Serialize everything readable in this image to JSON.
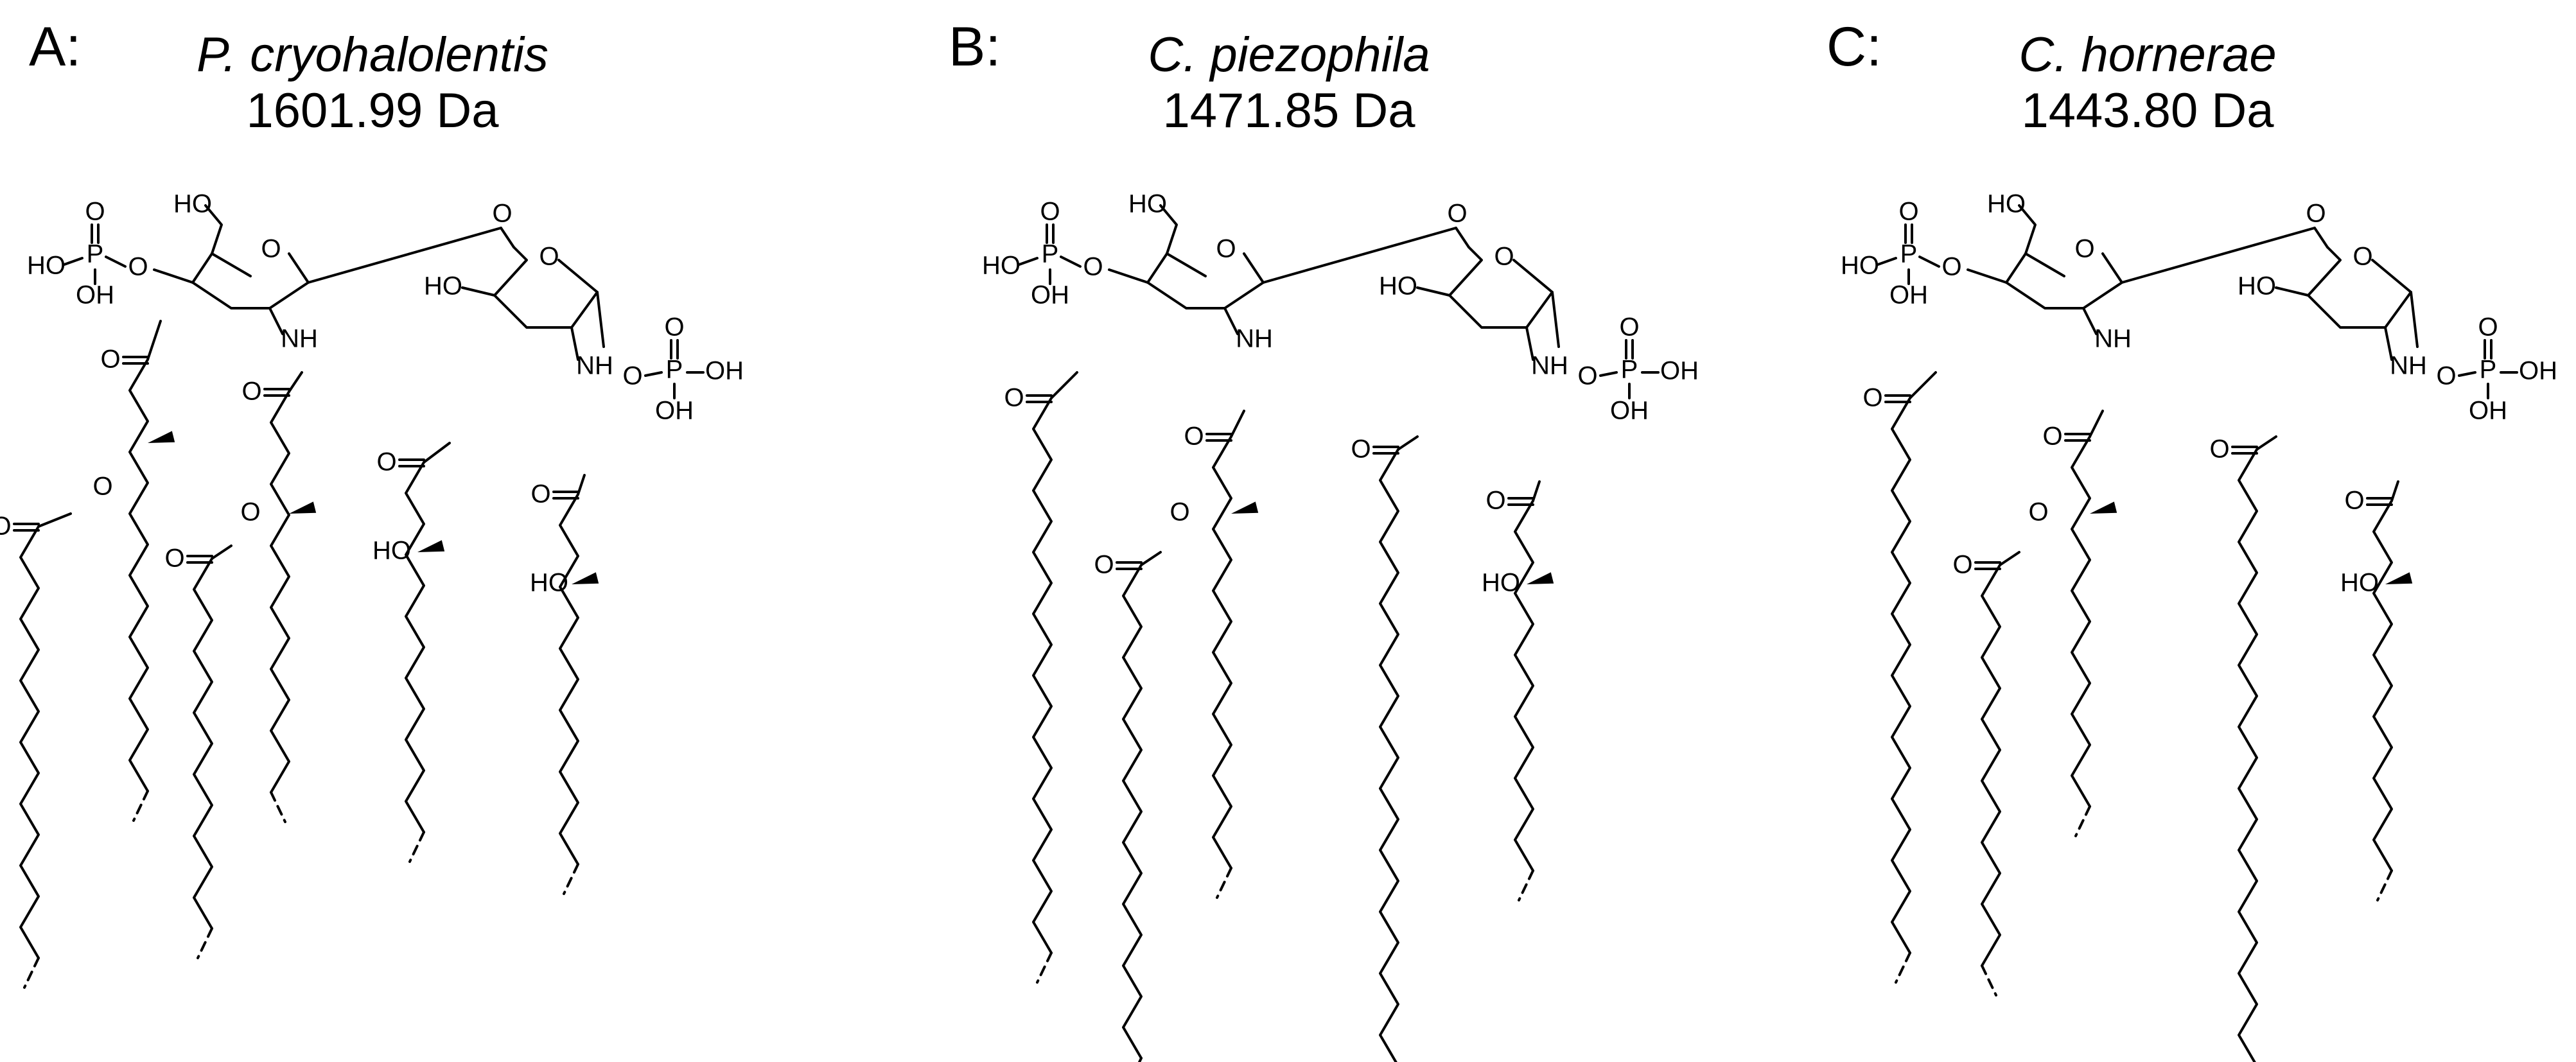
{
  "panels": [
    {
      "label": "A:",
      "species": "P. cryohalolentis",
      "mass": "1601.99 Da",
      "chains": [
        {
          "id": "a1",
          "atoms": [
            "O",
            "O"
          ],
          "length": 14
        },
        {
          "id": "a2",
          "atoms": [],
          "length": 14
        },
        {
          "id": "a3",
          "atoms": [
            "O",
            "O"
          ],
          "length": 12
        },
        {
          "id": "a4",
          "atoms": [],
          "length": 13
        },
        {
          "id": "a5",
          "atoms": [
            "HO"
          ],
          "length": 12
        },
        {
          "id": "a6",
          "atoms": [
            "HO"
          ],
          "length": 12
        }
      ]
    },
    {
      "label": "B:",
      "species": "C. piezophila",
      "mass": "1471.85 Da",
      "chains": [
        {
          "id": "b1",
          "atoms": [],
          "length": 18
        },
        {
          "id": "b2",
          "atoms": [
            "O",
            "O"
          ],
          "length": 16
        },
        {
          "id": "b3",
          "atoms": [],
          "length": 14
        },
        {
          "id": "b4",
          "atoms": [],
          "length": 20
        },
        {
          "id": "b5",
          "atoms": [
            "HO"
          ],
          "length": 12
        }
      ]
    },
    {
      "label": "C:",
      "species": "C. hornerae",
      "mass": "1443.80 Da",
      "chains": [
        {
          "id": "c1",
          "atoms": [],
          "length": 18
        },
        {
          "id": "c2",
          "atoms": [
            "O",
            "O"
          ],
          "length": 13
        },
        {
          "id": "c3",
          "atoms": [],
          "length": 12
        },
        {
          "id": "c4",
          "atoms": [],
          "length": 20
        },
        {
          "id": "c5",
          "atoms": [
            "HO"
          ],
          "length": 12
        }
      ]
    }
  ],
  "atom_labels": {
    "phosphate_o": "O",
    "phosphate_p": "P",
    "phosphate_ho": "HO",
    "phosphate_oh": "OH",
    "ring_o": "O",
    "ho": "HO",
    "nh": "NH",
    "carbonyl_o": "O",
    "ester_o": "O"
  }
}
